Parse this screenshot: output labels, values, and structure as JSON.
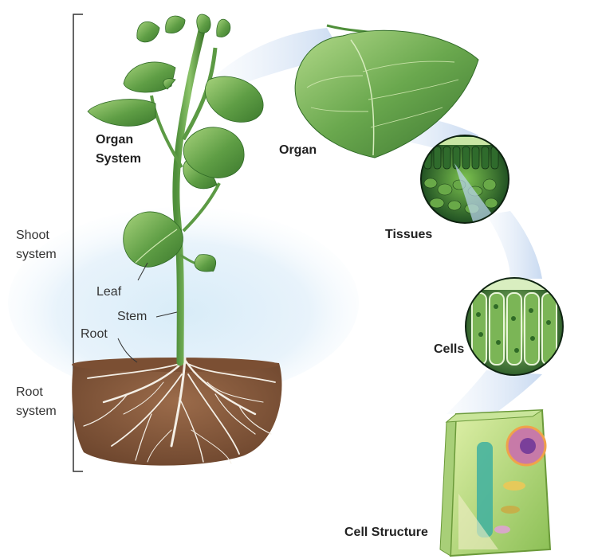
{
  "labels": {
    "shoot_system": "Shoot\nsystem",
    "root_system": "Root\nsystem",
    "organ_system": "Organ\nSystem",
    "organ": "Organ",
    "tissues": "Tissues",
    "cells": "Cells",
    "cell_structure": "Cell Structure",
    "leaf": "Leaf",
    "stem": "Stem",
    "root": "Root"
  },
  "colors": {
    "leaf": "#5f9e45",
    "leaf_light": "#9ccf72",
    "leaf_dark": "#356f2a",
    "soil": "#8a5a3c",
    "soil_dark": "#5e3a25",
    "sky": "#cfe6f5",
    "path": "#bcd2ee",
    "roots": "#f4efe6"
  }
}
